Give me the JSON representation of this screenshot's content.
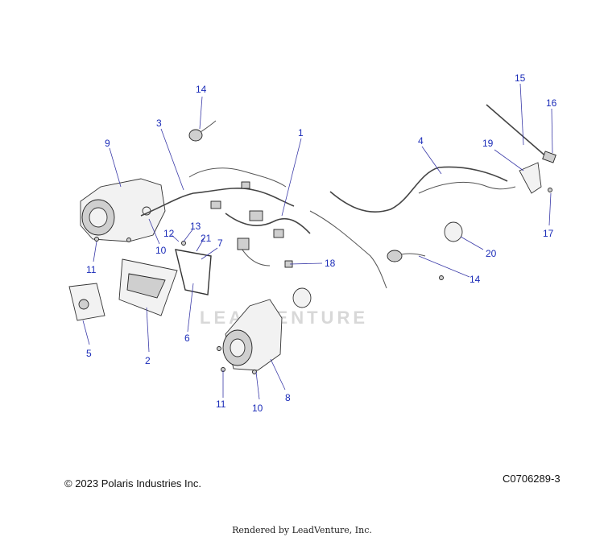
{
  "diagram": {
    "watermark_text": "LEADVENTURE",
    "callouts": [
      {
        "id": "c1",
        "label": "1"
      },
      {
        "id": "c2",
        "label": "2"
      },
      {
        "id": "c3",
        "label": "3"
      },
      {
        "id": "c4",
        "label": "4"
      },
      {
        "id": "c5",
        "label": "5"
      },
      {
        "id": "c6",
        "label": "6"
      },
      {
        "id": "c7",
        "label": "7"
      },
      {
        "id": "c8",
        "label": "8"
      },
      {
        "id": "c9",
        "label": "9"
      },
      {
        "id": "c10a",
        "label": "10"
      },
      {
        "id": "c10b",
        "label": "10"
      },
      {
        "id": "c11a",
        "label": "11"
      },
      {
        "id": "c11b",
        "label": "11"
      },
      {
        "id": "c12",
        "label": "12"
      },
      {
        "id": "c13",
        "label": "13"
      },
      {
        "id": "c14a",
        "label": "14"
      },
      {
        "id": "c14b",
        "label": "14"
      },
      {
        "id": "c15",
        "label": "15"
      },
      {
        "id": "c16",
        "label": "16"
      },
      {
        "id": "c17",
        "label": "17"
      },
      {
        "id": "c18",
        "label": "18"
      },
      {
        "id": "c19",
        "label": "19"
      },
      {
        "id": "c20",
        "label": "20"
      },
      {
        "id": "c21",
        "label": "21"
      }
    ]
  },
  "footer": {
    "copyright": "© 2023 Polaris Industries Inc.",
    "drawing_id": "C0706289-3",
    "rendered_by": "Rendered by LeadVenture, Inc."
  }
}
